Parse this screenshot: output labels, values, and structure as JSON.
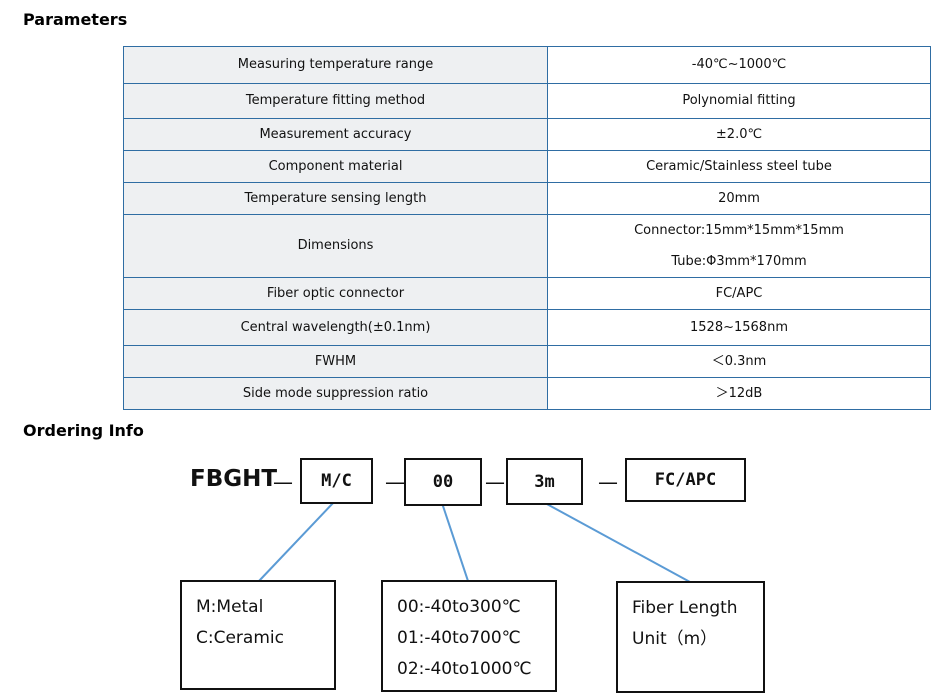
{
  "parameters": {
    "heading": "Parameters",
    "rows": [
      {
        "label": "Measuring temperature range",
        "values": [
          "-40℃~1000℃"
        ]
      },
      {
        "label": "Temperature fitting method",
        "values": [
          "Polynomial fitting"
        ]
      },
      {
        "label": "Measurement accuracy",
        "values": [
          "±2.0℃"
        ]
      },
      {
        "label": "Component material",
        "values": [
          "Ceramic/Stainless steel tube"
        ]
      },
      {
        "label": "Temperature sensing length",
        "values": [
          "20mm"
        ]
      },
      {
        "label": "Dimensions",
        "values": [
          "Connector:15mm*15mm*15mm",
          "Tube:Φ3mm*170mm"
        ]
      },
      {
        "label": "Fiber optic connector",
        "values": [
          "FC/APC"
        ]
      },
      {
        "label": "Central wavelength(±0.1nm)",
        "values": [
          "1528~1568nm"
        ]
      },
      {
        "label": "FWHM",
        "values": [
          "＜0.3nm"
        ]
      },
      {
        "label": "Side mode suppression ratio",
        "values": [
          "＞12dB"
        ]
      }
    ]
  },
  "ordering": {
    "heading": "Ordering Info",
    "prefix": "FBGHT",
    "separator": "—",
    "codes": [
      "M/C",
      "00",
      "3m",
      "FC/APC"
    ],
    "descriptions": {
      "material": [
        "M:Metal",
        "C:Ceramic"
      ],
      "range": [
        "00:-40to300℃",
        "01:-40to700℃",
        "02:-40to1000℃"
      ],
      "length": [
        "Fiber Length",
        "Unit（m）"
      ]
    }
  }
}
